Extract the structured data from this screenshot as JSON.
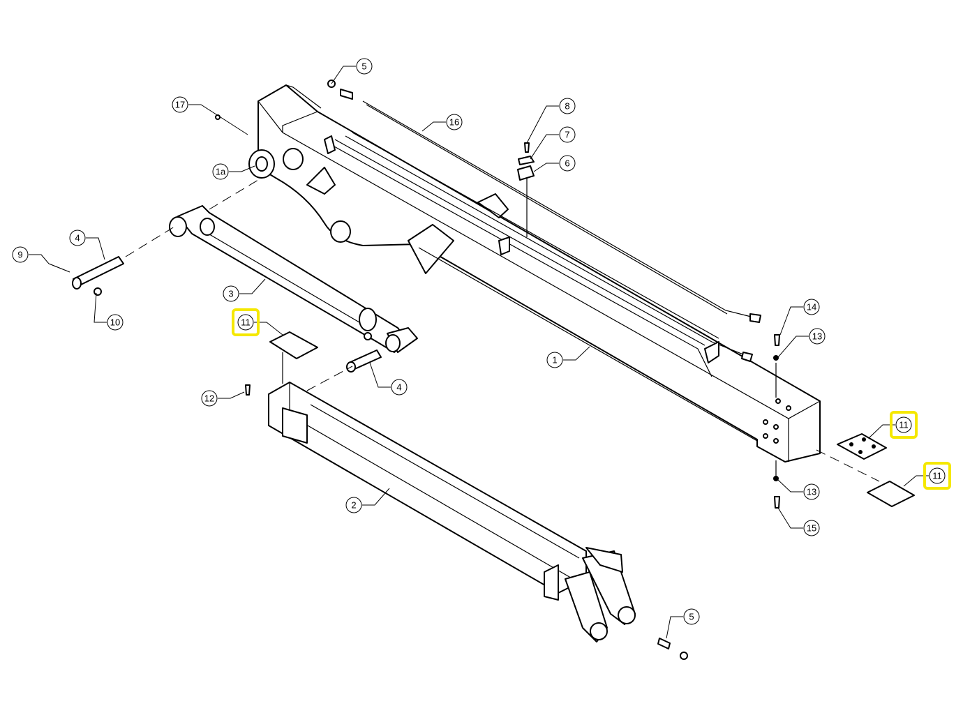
{
  "callouts": [
    {
      "label": "5",
      "highlighted": false
    },
    {
      "label": "17",
      "highlighted": false
    },
    {
      "label": "1a",
      "highlighted": false
    },
    {
      "label": "16",
      "highlighted": false
    },
    {
      "label": "8",
      "highlighted": false
    },
    {
      "label": "7",
      "highlighted": false
    },
    {
      "label": "6",
      "highlighted": false
    },
    {
      "label": "4",
      "highlighted": false
    },
    {
      "label": "9",
      "highlighted": false
    },
    {
      "label": "10",
      "highlighted": false
    },
    {
      "label": "3",
      "highlighted": false
    },
    {
      "label": "11",
      "highlighted": true
    },
    {
      "label": "12",
      "highlighted": false
    },
    {
      "label": "4",
      "highlighted": false
    },
    {
      "label": "14",
      "highlighted": false
    },
    {
      "label": "13",
      "highlighted": false
    },
    {
      "label": "1",
      "highlighted": false
    },
    {
      "label": "11",
      "highlighted": true
    },
    {
      "label": "11",
      "highlighted": true
    },
    {
      "label": "13",
      "highlighted": false
    },
    {
      "label": "15",
      "highlighted": false
    },
    {
      "label": "2",
      "highlighted": false
    },
    {
      "label": "5",
      "highlighted": false
    }
  ],
  "highlight_color": "#f5e800"
}
